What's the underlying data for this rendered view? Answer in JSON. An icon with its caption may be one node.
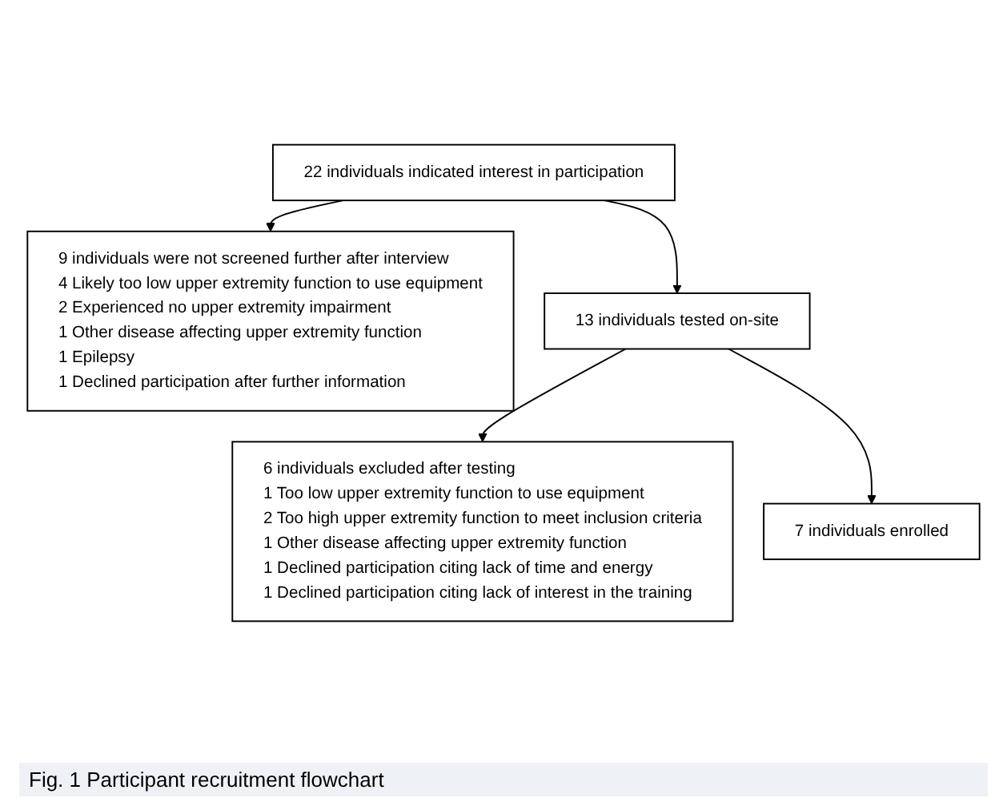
{
  "diagram": {
    "caption": "Fig. 1 Participant recruitment flowchart",
    "nodes": [
      {
        "text": [
          "22 individuals indicated interest in participation"
        ]
      },
      {
        "text": [
          "9 individuals were not screened further after interview",
          "4 Likely too low upper extremity function to use equipment",
          "2 Experienced no upper extremity impairment",
          "1 Other disease affecting upper extremity function",
          "1 Epilepsy",
          "1 Declined participation after further information"
        ]
      },
      {
        "text": [
          "13 individuals tested on-site"
        ]
      },
      {
        "text": [
          "6 individuals excluded after testing",
          "1 Too low upper extremity function to use equipment",
          "2 Too high upper extremity function to meet inclusion criteria",
          "1 Other disease affecting upper extremity function",
          "1 Declined participation citing lack of time and energy",
          "1 Declined participation citing lack of interest in the training"
        ]
      },
      {
        "text": [
          "7 individuals enrolled"
        ]
      }
    ],
    "edges": [
      {
        "from": 0,
        "to": 1,
        "arrow": "to"
      },
      {
        "from": 0,
        "to": 2,
        "arrow": "to"
      },
      {
        "from": 2,
        "to": 3,
        "arrow": "to"
      },
      {
        "from": 2,
        "to": 4,
        "arrow": "to"
      }
    ]
  }
}
